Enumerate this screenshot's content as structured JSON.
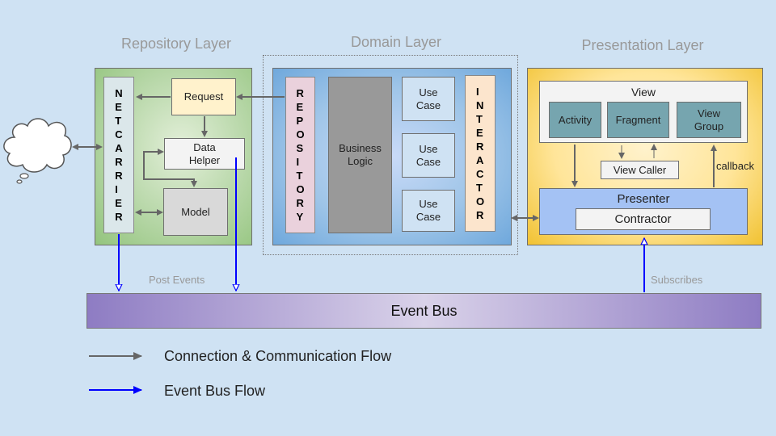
{
  "layers": {
    "repository": "Repository Layer",
    "domain": "Domain Layer",
    "presentation": "Presentation Layer"
  },
  "repository_layer": {
    "netcarrier": "NETCARRIER",
    "request": "Request",
    "data_helper": "Data\nHelper",
    "model": "Model"
  },
  "domain_layer": {
    "repository": "REPOSITORY",
    "business_logic": "Business\nLogic",
    "use_cases": [
      "Use\nCase",
      "Use\nCase",
      "Use\nCase"
    ],
    "interactor": "INTERACTOR"
  },
  "presentation_layer": {
    "view": "View",
    "activity": "Activity",
    "fragment": "Fragment",
    "view_group": "View\nGroup",
    "view_caller": "View Caller",
    "callback": "callback",
    "presenter": "Presenter",
    "contractor": "Contractor"
  },
  "event_bus": {
    "label": "Event Bus",
    "post_events": "Post Events",
    "subscribes": "Subscribes"
  },
  "legend": {
    "connection": "Connection & Communication Flow",
    "event_bus_flow": "Event Bus Flow"
  },
  "colors": {
    "background": "#cfe2f3",
    "connection_arrow": "#666666",
    "event_arrow": "#0000ff"
  }
}
